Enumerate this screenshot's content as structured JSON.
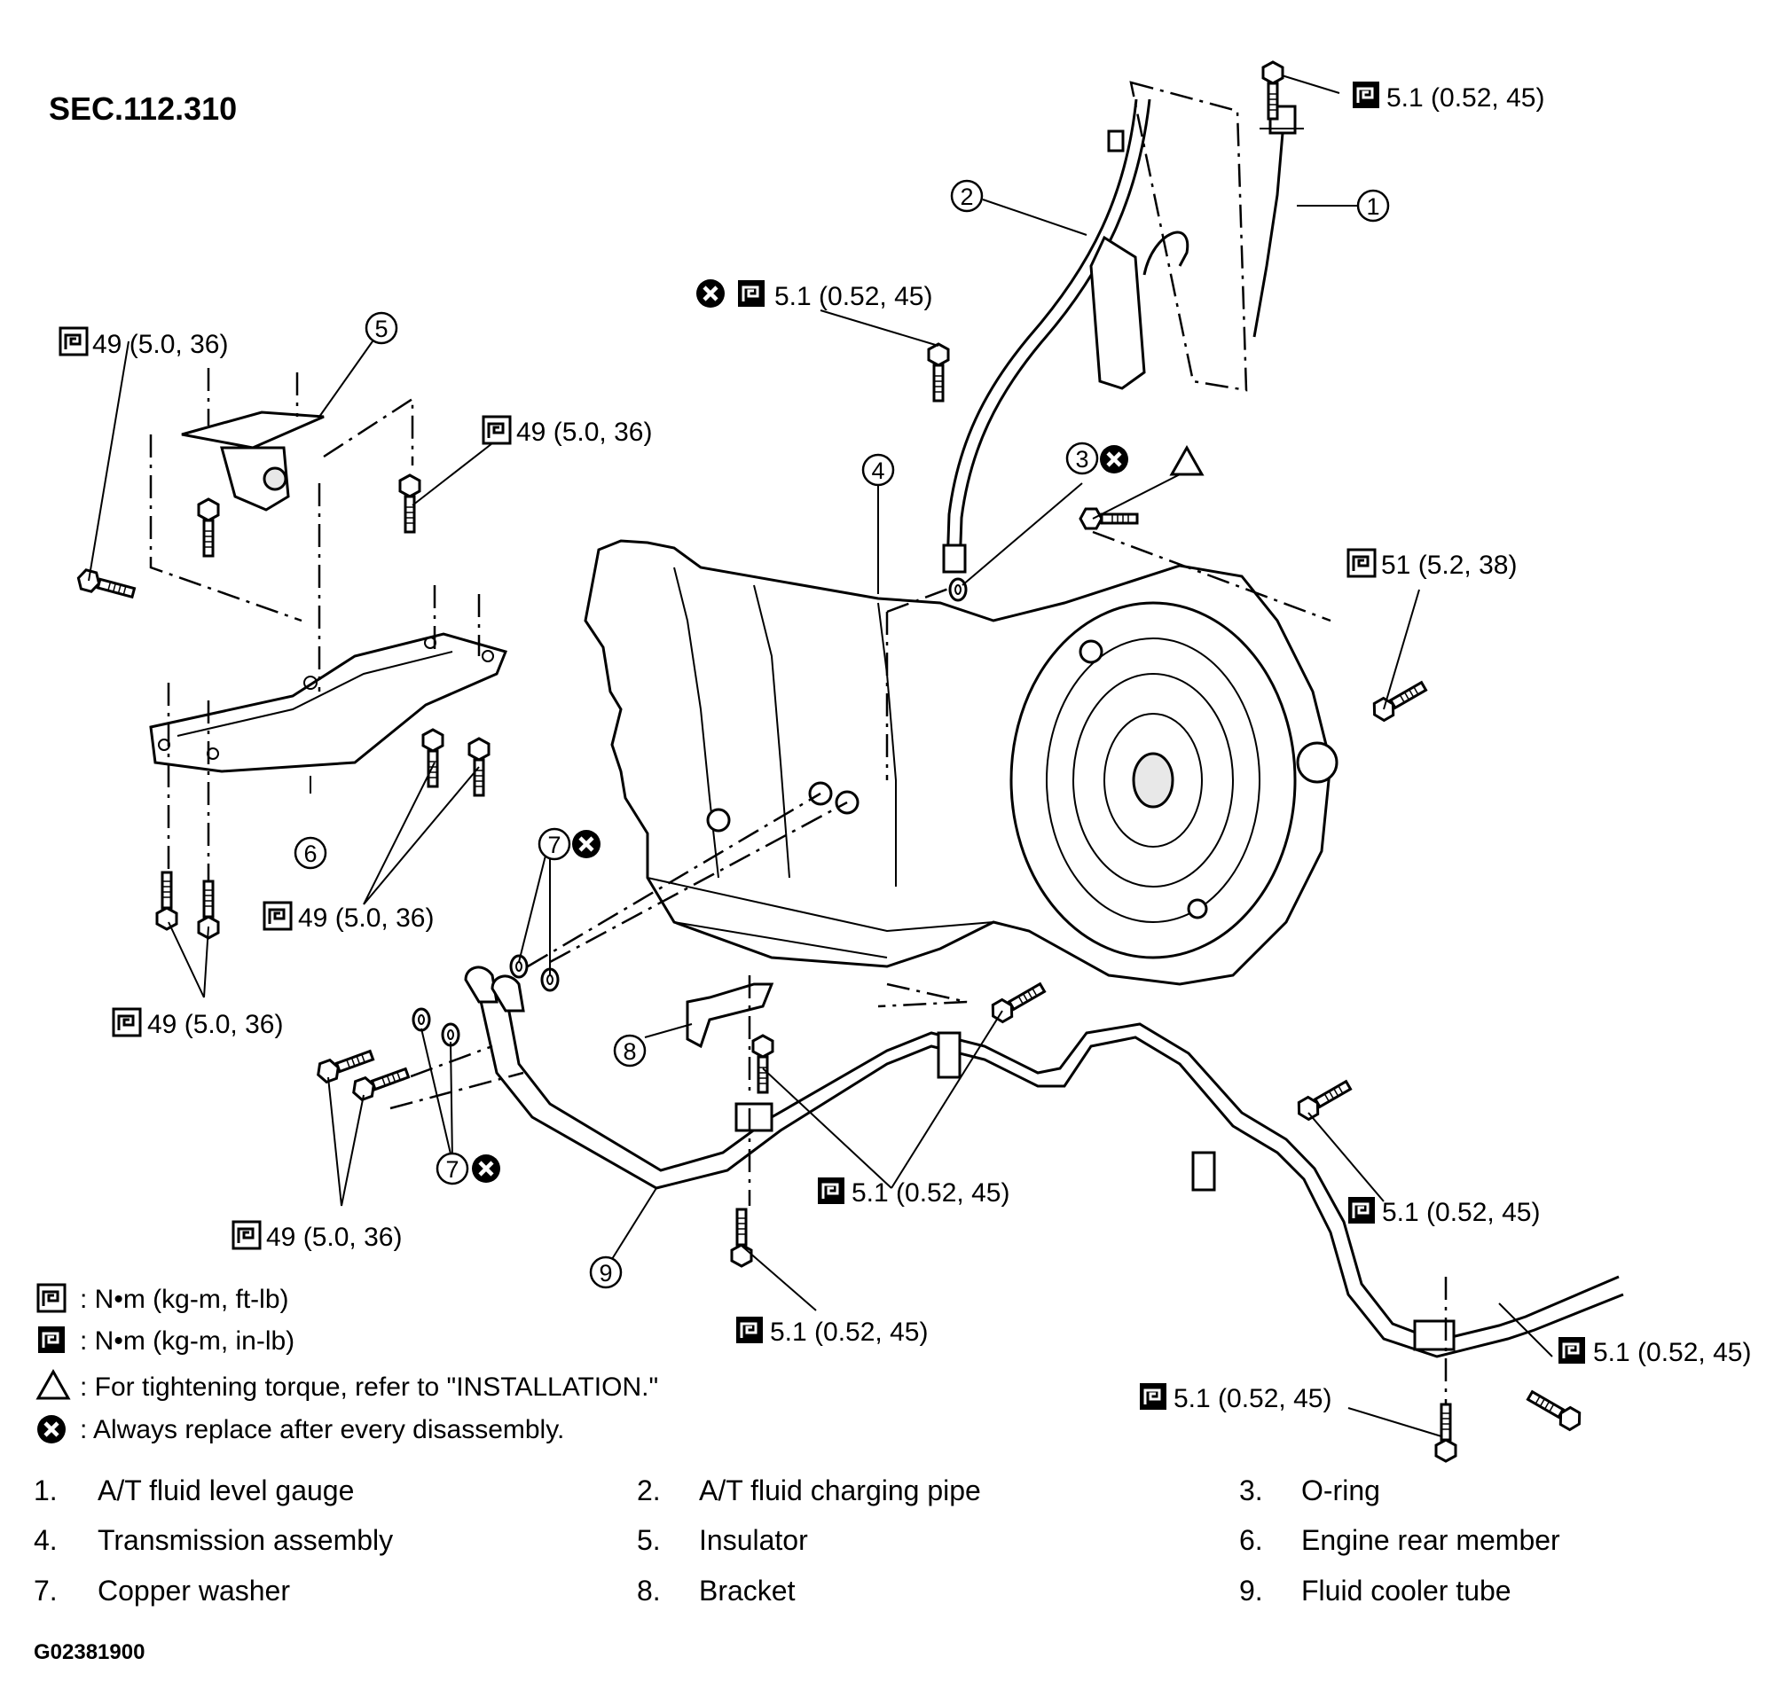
{
  "section": "SEC.112.310",
  "figure_id": "G02381900",
  "torque_labels": [
    "5.1 (0.52, 45)",
    "5.1 (0.52, 45)",
    "49 (5.0, 36)",
    "49 (5.0, 36)",
    "51 (5.2, 38)",
    "49 (5.0, 36)",
    "49 (5.0, 36)",
    "49 (5.0, 36)",
    "5.1 (0.52, 45)",
    "5.1 (0.52, 45)",
    "5.1 (0.52, 45)",
    "5.1 (0.52, 45)",
    "5.1 (0.52, 45)"
  ],
  "callouts": [
    "1",
    "2",
    "3",
    "4",
    "5",
    "6",
    "7",
    "7",
    "8",
    "9"
  ],
  "symbol_legend": [
    {
      "symbol": "torque-ft-lb-icon",
      "text": ":  N•m  (kg-m,  ft-lb)"
    },
    {
      "symbol": "torque-in-lb-icon",
      "text": ":  N•m  (kg-m,  in-lb)"
    },
    {
      "symbol": "triangle-icon",
      "text": ": For tightening torque, refer to \"INSTALLATION.\""
    },
    {
      "symbol": "replace-icon",
      "text": ": Always replace after every disassembly."
    }
  ],
  "parts": [
    {
      "no": "1.",
      "name": "A/T fluid level gauge"
    },
    {
      "no": "2.",
      "name": "A/T fluid charging pipe"
    },
    {
      "no": "3.",
      "name": "O-ring"
    },
    {
      "no": "4.",
      "name": "Transmission assembly"
    },
    {
      "no": "5.",
      "name": "Insulator"
    },
    {
      "no": "6.",
      "name": "Engine rear member"
    },
    {
      "no": "7.",
      "name": "Copper washer"
    },
    {
      "no": "8.",
      "name": "Bracket"
    },
    {
      "no": "9.",
      "name": "Fluid cooler tube"
    }
  ]
}
